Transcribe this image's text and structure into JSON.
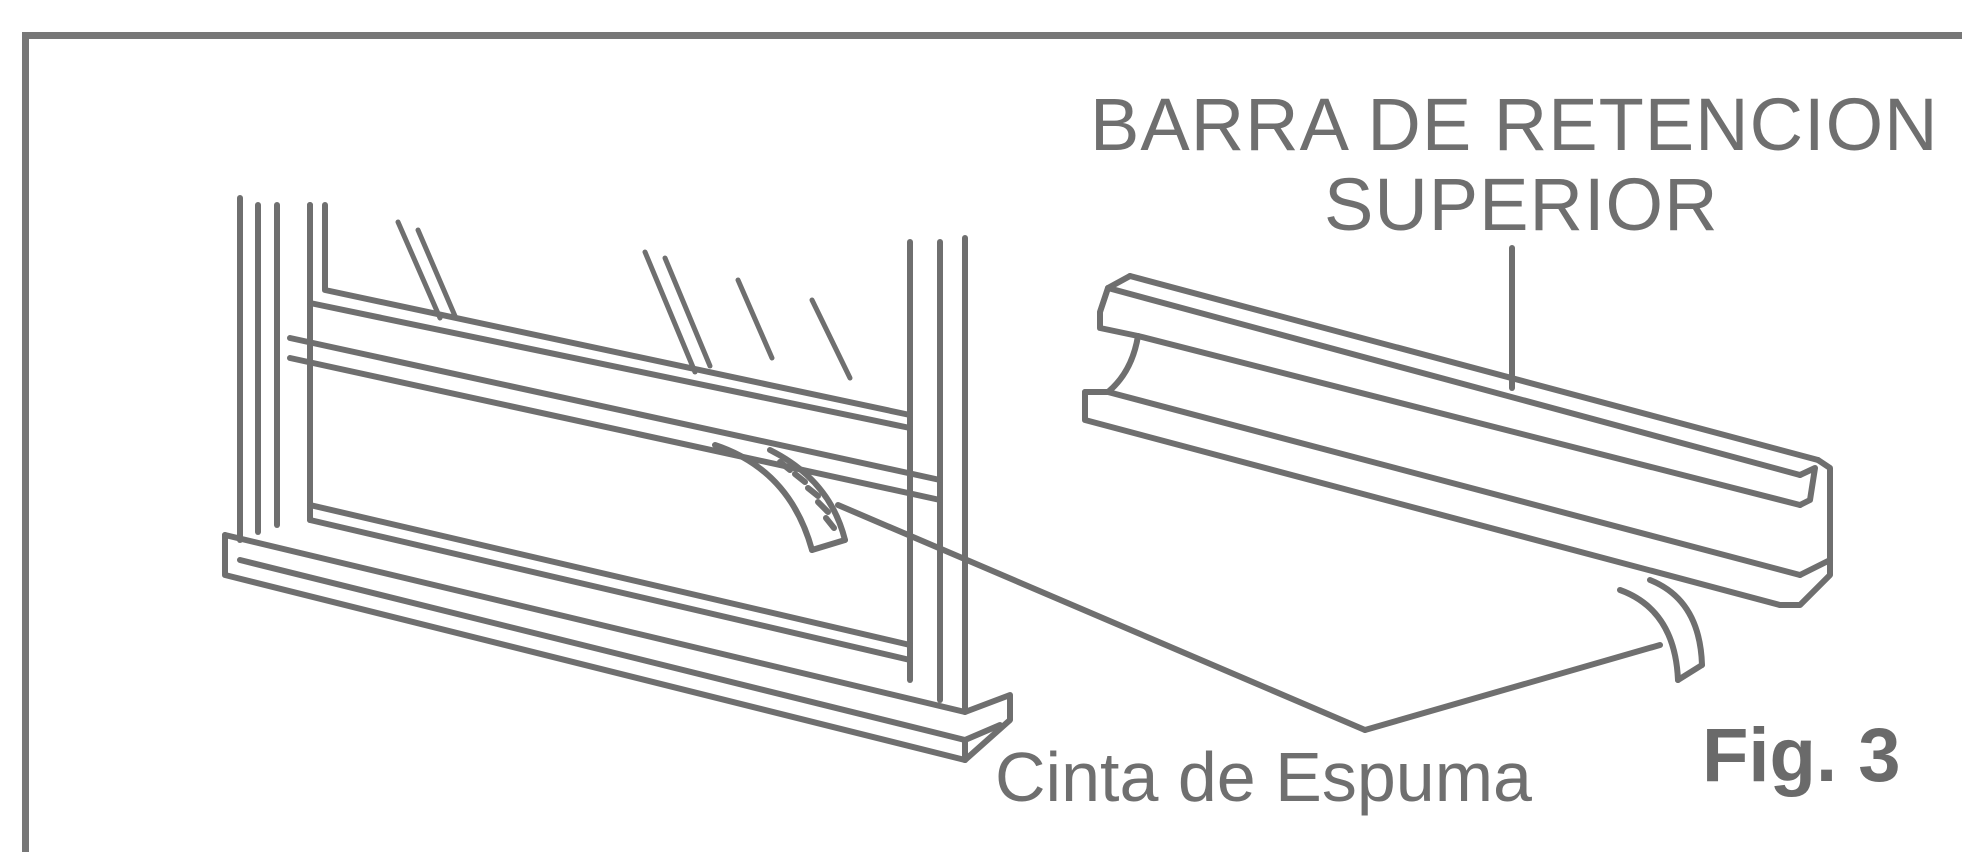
{
  "labels": {
    "top_bar_line1": "BARRA DE RETENCION",
    "top_bar_line2": "SUPERIOR",
    "foam_tape": "Cinta de Espuma",
    "figure": "Fig. 3"
  },
  "colors": {
    "line": "#6f6f6f",
    "frame": "#777777",
    "background": "#ffffff"
  }
}
